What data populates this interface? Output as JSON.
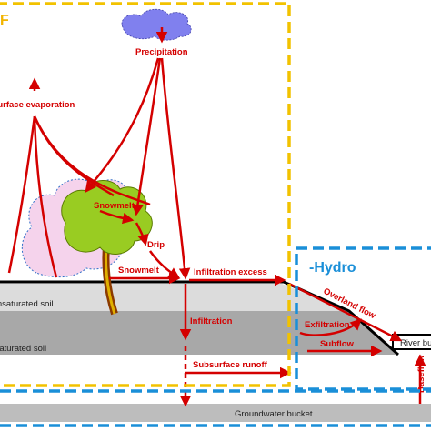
{
  "diagram": {
    "frame_left_label": "F",
    "frame_right_label": "-Hydro",
    "labels": {
      "precipitation": "Precipitation",
      "surface_evaporation": "Surface evaporation",
      "snowmelt_canopy": "Snowmelt",
      "drip": "Drip",
      "snowmelt_ground": "Snowmelt",
      "infiltration_excess": "Infiltration excess",
      "overland_flow": "Overland flow",
      "exfiltration": "Exfiltration",
      "subflow": "Subflow",
      "river_bucket": "River bucket",
      "infiltration": "Infiltration",
      "subsurface_runoff": "Subsurface runoff",
      "groundwater_bucket": "Groundwater bucket",
      "unsaturated_soil": "Unsaturated soil",
      "saturated_soil": "Saturated soil",
      "baseflow": "Baseflow"
    },
    "colors": {
      "arrow": "#d40000",
      "land_frame": "#f2c200",
      "hydro_frame": "#1a8fd8",
      "cloud": "#8080ee",
      "unsat_soil": "#dcdcdc",
      "sat_soil": "#a8a8a8",
      "groundwater": "#bdbdbd",
      "tree_canopy": "#99cc22",
      "trunk": "#b8860b",
      "snow_bush": "#f5d3ec"
    }
  }
}
